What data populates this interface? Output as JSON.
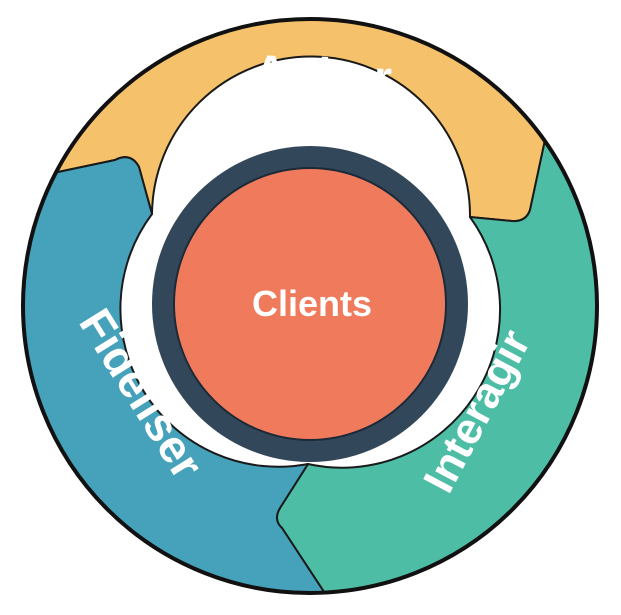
{
  "diagram": {
    "segments": {
      "attract": {
        "label": "Attirer",
        "color": "#F5C26B"
      },
      "engage": {
        "label": "Interagir",
        "color": "#4EBDA5"
      },
      "delight": {
        "label": "Fidéliser",
        "color": "#46A1BA"
      }
    },
    "center": {
      "label": "Clients",
      "color": "#F07A5C"
    },
    "ring_color": "#33475B",
    "outline_color": "#111111"
  }
}
